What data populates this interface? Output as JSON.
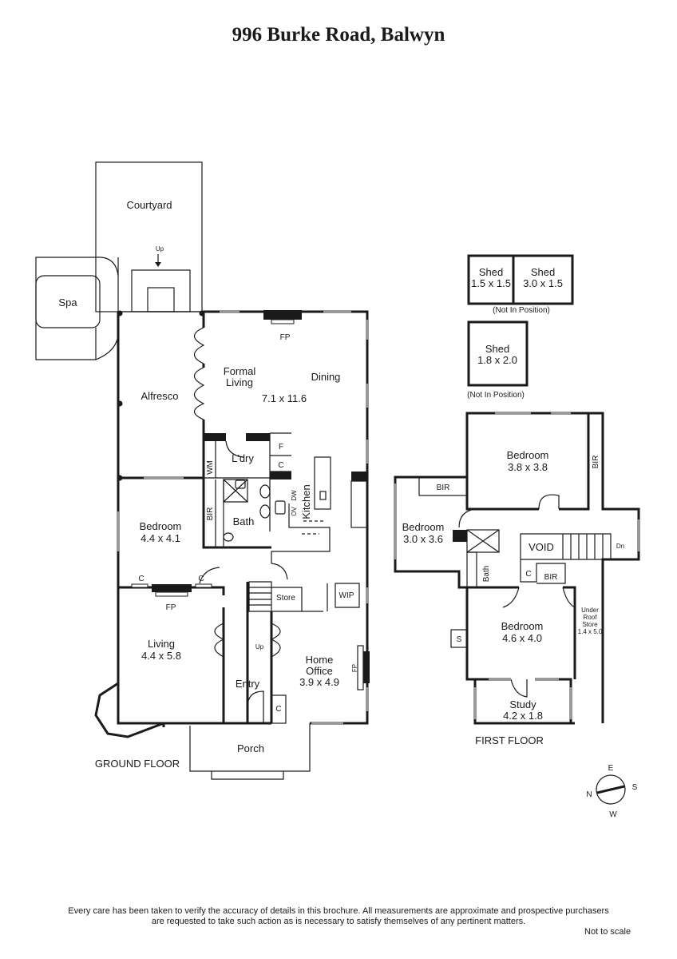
{
  "title": "996 Burke Road, Balwyn",
  "ground_floor": {
    "label": "GROUND FLOOR",
    "rooms": {
      "courtyard": "Courtyard",
      "spa": "Spa",
      "alfresco": "Alfresco",
      "formal_living": [
        "Formal",
        "Living"
      ],
      "dining": "Dining",
      "living_dining_size": "7.1 x 11.6",
      "laundry": "L'dry",
      "kitchen": "Kitchen",
      "bath": "Bath",
      "bedroom": "Bedroom",
      "bedroom_size": "4.4 x 4.1",
      "living": "Living",
      "living_size": "4.4 x 5.8",
      "entry": "Entry",
      "home_office": [
        "Home",
        "Office"
      ],
      "home_office_size": "3.9 x 4.9",
      "porch": "Porch",
      "store": "Store",
      "wip": "WIP"
    },
    "marks": {
      "fp": "FP",
      "up": "Up",
      "c": "C",
      "f": "F",
      "wm": "WM",
      "bir": "BIR",
      "ov": "OV",
      "dw": "DW"
    }
  },
  "first_floor": {
    "label": "FIRST FLOOR",
    "sheds": [
      {
        "name": "Shed",
        "size": "1.5 x 1.5"
      },
      {
        "name": "Shed",
        "size": "3.0 x 1.5"
      },
      {
        "name": "Shed",
        "size": "1.8 x 2.0"
      }
    ],
    "not_in_position": "(Not In Position)",
    "rooms": {
      "bedroom_main": "Bedroom",
      "bedroom_main_size": "3.8 x 3.8",
      "bedroom_left": "Bedroom",
      "bedroom_left_size": "3.0 x 3.6",
      "bedroom_lower": "Bedroom",
      "bedroom_lower_size": "4.6 x 4.0",
      "study": "Study",
      "study_size": "4.2 x 1.8",
      "void": "VOID",
      "bath": "Bath",
      "under_roof_store": [
        "Under",
        "Roof",
        "Store"
      ],
      "under_roof_store_size": "1.4 x 5.0"
    },
    "marks": {
      "bir": "BIR",
      "c": "C",
      "s": "S",
      "dn": "Dn"
    }
  },
  "compass": {
    "n": "N",
    "e": "E",
    "s": "S",
    "w": "W"
  },
  "footer": {
    "line1": "Every care has been taken to verify the accuracy of details in this brochure.  All measurements are approximate and prospective purchasers",
    "line2": "are requested to take such action as is necessary to satisfy themselves of any pertinent matters.",
    "not_to_scale": "Not to scale"
  }
}
